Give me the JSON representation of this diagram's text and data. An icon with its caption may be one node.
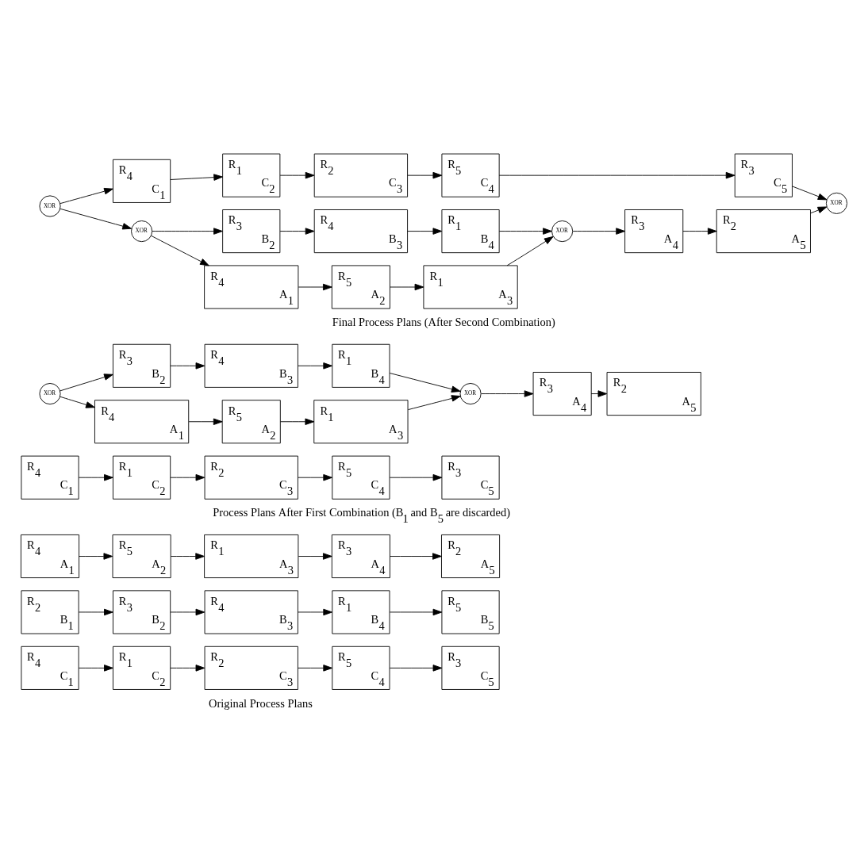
{
  "diagram": {
    "nodes": [
      {
        "text": [
          "R$_{4}$",
          "A$_{1}$"
        ]
      },
      {
        "text": [
          "R$_{5}$",
          "A$_{2}$"
        ]
      },
      {
        "text": [
          "R$_{1}$",
          "A$_{3}$"
        ]
      },
      {
        "text": [
          "R$_{3}$",
          "A$_{4}$"
        ]
      },
      {
        "text": [
          "R$_{2}$",
          "A$_{5}$"
        ]
      },
      {
        "text": [
          "R$_{2}$",
          "B$_{1}$"
        ]
      },
      {
        "text": [
          "R$_{3}$",
          "B$_{2}$"
        ]
      },
      {
        "text": [
          "R$_{4}$",
          "B$_{3}$"
        ]
      },
      {
        "text": [
          "R$_{1}$",
          "B$_{4}$"
        ]
      },
      {
        "text": [
          "R$_{5}$",
          "B$_{5}$"
        ]
      },
      {
        "text": [
          "R$_{4}$",
          "C$_{1}$"
        ]
      },
      {
        "text": [
          "R$_{1}$",
          "C$_{2}$"
        ]
      },
      {
        "text": [
          "R$_{2}$",
          "C$_{3}$"
        ]
      },
      {
        "text": [
          "R$_{5}$",
          "C$_{4}$"
        ]
      },
      {
        "text": [
          "R$_{3}$",
          "C$_{5}$"
        ]
      },
      {
        "text": [
          "R$_{4}$",
          "A$_{1}$"
        ]
      },
      {
        "text": [
          "R$_{5}$",
          "A$_{2}$"
        ]
      },
      {
        "text": [
          "R$_{1}$",
          "A$_{3}$"
        ]
      },
      {
        "text": [
          "XOR"
        ]
      },
      {
        "text": [
          "XOR"
        ]
      },
      {
        "text": [
          "R$_{3}$",
          "B$_{2}$"
        ]
      },
      {
        "text": [
          "R$_{2}$",
          "A$_{5}$"
        ]
      },
      {
        "text": [
          "R$_{3}$",
          "A$_{4}$"
        ]
      },
      {
        "text": [
          "R$_{4}$",
          "B$_{3}$"
        ]
      },
      {
        "text": [
          "R$_{1}$",
          "B$_{4}$"
        ]
      },
      {
        "text": [
          "R$_{4}$",
          "C$_{1}$"
        ]
      },
      {
        "text": [
          "R$_{1}$",
          "C$_{2}$"
        ]
      },
      {
        "text": [
          "R$_{2}$",
          "C$_{3}$"
        ]
      },
      {
        "text": [
          "R$_{5}$",
          "C$_{4}$"
        ]
      },
      {
        "text": [
          "R$_{3}$",
          "C$_{5}$"
        ]
      },
      {
        "text": [
          "R$_{4}$",
          "A$_{1}$"
        ]
      },
      {
        "text": [
          "R$_{5}$",
          "A$_{2}$"
        ]
      },
      {
        "text": [
          "R$_{1}$",
          "A$_{3}$"
        ]
      },
      {
        "text": [
          "XOR"
        ]
      },
      {
        "text": [
          "XOR"
        ]
      },
      {
        "text": [
          "R$_{3}$",
          "B$_{2}$"
        ]
      },
      {
        "text": [
          "R$_{2}$",
          "A$_{5}$"
        ]
      },
      {
        "text": [
          "R$_{3}$",
          "A$_{4}$"
        ]
      },
      {
        "text": [
          "R$_{4}$",
          "B$_{3}$"
        ]
      },
      {
        "text": [
          "R$_{1}$",
          "B$_{4}$"
        ]
      },
      {
        "text": [
          "XOR"
        ]
      },
      {
        "text": [
          "XOR"
        ]
      },
      {
        "text": [
          "R$_{4}$",
          "C$_{1}$"
        ]
      },
      {
        "text": [
          "R$_{1}$",
          "C$_{2}$"
        ]
      },
      {
        "text": [
          "R$_{2}$",
          "C$_{3}$"
        ]
      },
      {
        "text": [
          "R$_{5}$",
          "C$_{4}$"
        ]
      },
      {
        "text": [
          "R$_{3}$",
          "C$_{5}$"
        ]
      }
    ],
    "edges": [
      {
        "from": 0,
        "to": 1,
        "arrow": "to"
      },
      {
        "from": 1,
        "to": 2,
        "arrow": "to"
      },
      {
        "from": 2,
        "to": 3,
        "arrow": "to"
      },
      {
        "from": 3,
        "to": 4,
        "arrow": "to"
      },
      {
        "from": 5,
        "to": 6,
        "arrow": "to"
      },
      {
        "from": 6,
        "to": 7,
        "arrow": "to"
      },
      {
        "from": 7,
        "to": 8,
        "arrow": "to"
      },
      {
        "from": 8,
        "to": 9,
        "arrow": "to"
      },
      {
        "from": 10,
        "to": 11,
        "arrow": "to"
      },
      {
        "from": 11,
        "to": 12,
        "arrow": "to"
      },
      {
        "from": 12,
        "to": 13,
        "arrow": "to"
      },
      {
        "from": 13,
        "to": 14,
        "arrow": "to"
      },
      {
        "from": 18,
        "to": 20,
        "arrow": "to"
      },
      {
        "from": 18,
        "to": 15,
        "arrow": "to"
      },
      {
        "from": 15,
        "to": 16,
        "arrow": "to"
      },
      {
        "from": 16,
        "to": 17,
        "arrow": "to"
      },
      {
        "from": 17,
        "to": 19,
        "arrow": "to"
      },
      {
        "from": 20,
        "to": 23,
        "arrow": "to"
      },
      {
        "from": 23,
        "to": 24,
        "arrow": "to"
      },
      {
        "from": 24,
        "to": 19,
        "arrow": "to"
      },
      {
        "from": 19,
        "to": 22,
        "arrow": "to"
      },
      {
        "from": 22,
        "to": 21,
        "arrow": "to"
      },
      {
        "from": 25,
        "to": 26,
        "arrow": "to"
      },
      {
        "from": 26,
        "to": 27,
        "arrow": "to"
      },
      {
        "from": 27,
        "to": 28,
        "arrow": "to"
      },
      {
        "from": 28,
        "to": 29,
        "arrow": "to"
      },
      {
        "from": 40,
        "to": 42,
        "arrow": "to"
      },
      {
        "from": 40,
        "to": 33,
        "arrow": "to"
      },
      {
        "from": 33,
        "to": 35,
        "arrow": "to"
      },
      {
        "from": 33,
        "to": 30,
        "arrow": "to"
      },
      {
        "from": 30,
        "to": 31,
        "arrow": "to"
      },
      {
        "from": 31,
        "to": 32,
        "arrow": "to"
      },
      {
        "from": 32,
        "to": 34,
        "arrow": "to"
      },
      {
        "from": 35,
        "to": 38,
        "arrow": "to"
      },
      {
        "from": 38,
        "to": 39,
        "arrow": "to"
      },
      {
        "from": 39,
        "to": 34,
        "arrow": "to"
      },
      {
        "from": 34,
        "to": 37,
        "arrow": "to"
      },
      {
        "from": 37,
        "to": 36,
        "arrow": "to"
      },
      {
        "from": 36,
        "to": 41,
        "arrow": "to"
      },
      {
        "from": 42,
        "to": 43,
        "arrow": "to"
      },
      {
        "from": 43,
        "to": 44,
        "arrow": "to"
      },
      {
        "from": 44,
        "to": 45,
        "arrow": "to"
      },
      {
        "from": 45,
        "to": 46,
        "arrow": "to"
      },
      {
        "from": 46,
        "to": 41,
        "arrow": "to"
      }
    ],
    "labels": [
      "Original Process Plans",
      "Process Plans After First Combination (B$_{1}$ and B$_{5}$ are discarded)",
      "Final Process Plans (After Second Combination)"
    ]
  }
}
